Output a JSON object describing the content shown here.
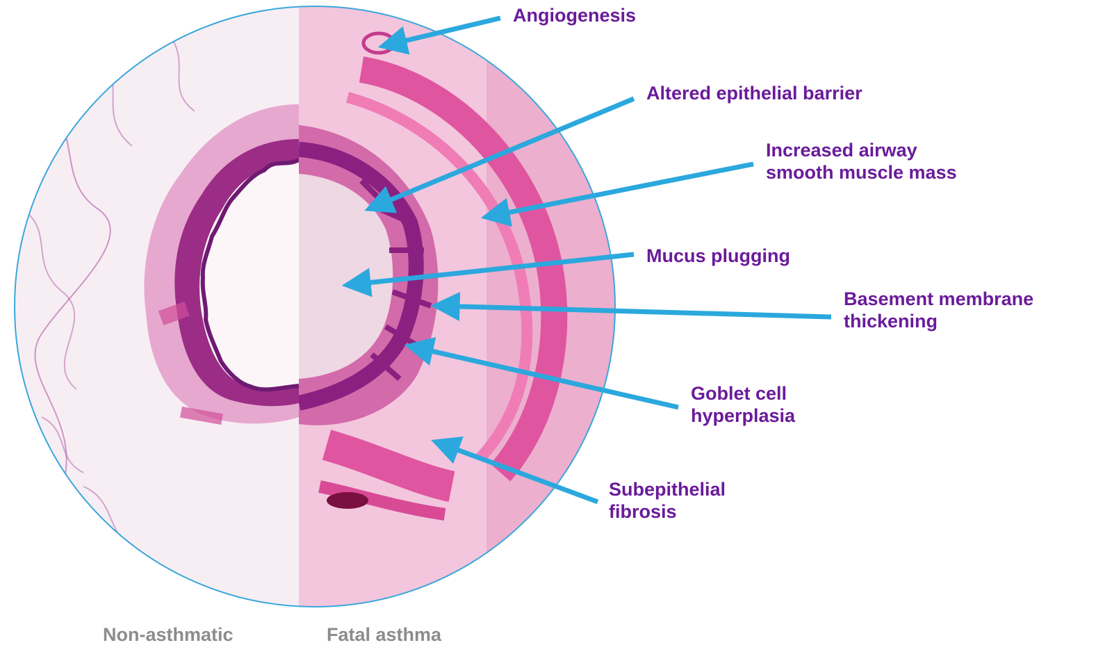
{
  "colors": {
    "label_text": "#6a1b9a",
    "arrow": "#2ba8dd",
    "caption_text": "#8c8c8c",
    "circle_border": "#3aa6dc",
    "tissue_pink": "#f3c6dd",
    "tissue_magenta": "#c23a8c",
    "tissue_purple": "#7a2a8a",
    "lumen": "#fdf6f9"
  },
  "labels": {
    "angiogenesis": "Angiogenesis",
    "altered_epithelial_barrier": "Altered epithelial barrier",
    "increased_asm_line1": "Increased airway",
    "increased_asm_line2": "smooth muscle mass",
    "mucus_plugging": "Mucus plugging",
    "basement_line1": "Basement membrane",
    "basement_line2": "thickening",
    "goblet_line1": "Goblet cell",
    "goblet_line2": "hyperplasia",
    "subepithelial_line1": "Subepithelial",
    "subepithelial_line2": "fibrosis"
  },
  "captions": {
    "left": "Non-asthmatic",
    "right": "Fatal asthma"
  },
  "images": {
    "histology": "histology-cross-section"
  }
}
